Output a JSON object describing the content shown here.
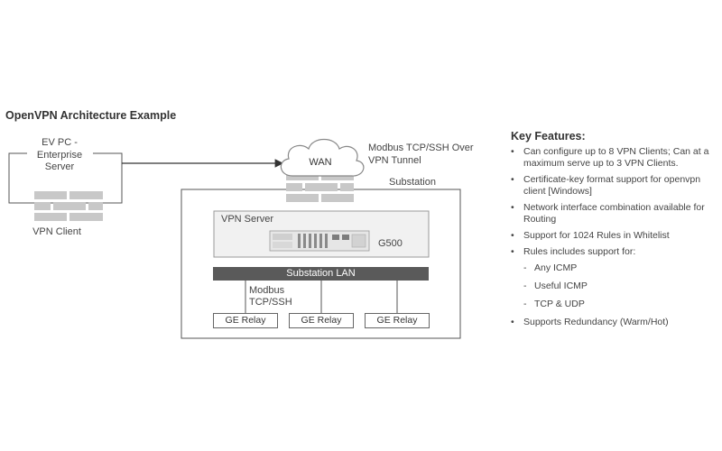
{
  "diagram": {
    "title": "OpenVPN Architecture Example",
    "ev_pc_label": "EV PC - Enterprise Server",
    "vpn_client_label": "VPN Client",
    "wan_label": "WAN",
    "modbus_over_vpn": "Modbus TCP/SSH Over VPN Tunnel",
    "substation_label": "Substation",
    "vpn_server_label": "VPN Server",
    "device_label": "G500",
    "substation_lan_label": "Substation LAN",
    "modbus_local": "Modbus TCP/SSH",
    "relays": [
      "GE Relay",
      "GE Relay",
      "GE Relay"
    ]
  },
  "key_features": {
    "title": "Key Features:",
    "items": [
      {
        "text": "Can configure up to 8 VPN Clients; Can at a maximum serve up to 3 VPN Clients.",
        "level": 1
      },
      {
        "text": "Certificate-key format support for openvpn client [Windows]",
        "level": 1
      },
      {
        "text": "Network interface combination available for Routing",
        "level": 1
      },
      {
        "text": "Support for 1024 Rules in Whitelist",
        "level": 1
      },
      {
        "text": "Rules includes support for:",
        "level": 1
      },
      {
        "text": "Any ICMP",
        "level": 2
      },
      {
        "text": "Useful ICMP",
        "level": 2
      },
      {
        "text": "TCP & UDP",
        "level": 2
      },
      {
        "text": "Supports Redundancy (Warm/Hot)",
        "level": 1
      }
    ]
  },
  "colors": {
    "firewall_brick": "#c8c8c8",
    "lan_bar": "#5a5a5a",
    "vpn_server_bg": "#f1f1f1"
  }
}
